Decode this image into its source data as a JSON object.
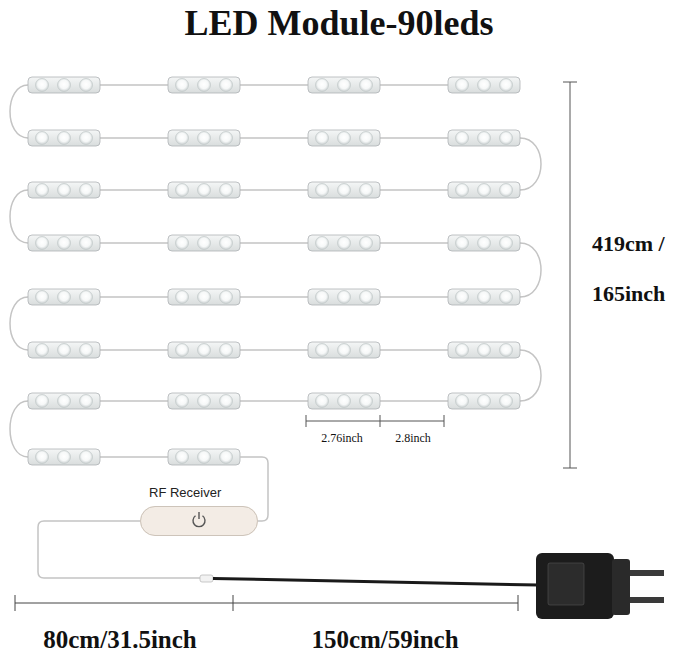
{
  "diagram": {
    "title": "LED Module-90leds",
    "nodes": [
      {
        "text": [
          "RF Receiver"
        ]
      }
    ],
    "labels": [
      "419cm /",
      "165inch",
      "2.76inch",
      "2.8inch",
      "80cm/31.5inch",
      "150cm/59inch"
    ]
  }
}
